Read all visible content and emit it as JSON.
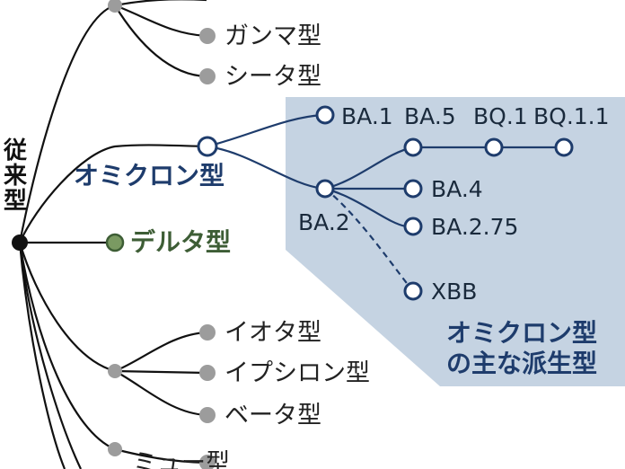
{
  "root": {
    "label": "従来型"
  },
  "variants_top": [
    "ガンマ型",
    "シータ型"
  ],
  "omicron": {
    "label": "オミクロン型"
  },
  "delta": {
    "label": "デルタ型"
  },
  "variants_bottom": [
    "イオタ型",
    "イプシロン型",
    "ベータ型"
  ],
  "variant_mu": "ミュー型",
  "omicron_branches": {
    "ba1": "BA.1",
    "ba2": "BA.2",
    "ba5": "BA.5",
    "bq1": "BQ.1",
    "bq11": "BQ.1.1",
    "ba4": "BA.4",
    "ba275": "BA.2.75",
    "xbb": "XBB"
  },
  "caption": {
    "line1": "オミクロン型",
    "line2": "の主な派生型"
  },
  "colors": {
    "panel": "#c5d3e2",
    "omicron_node": "#1e3c6c",
    "delta_node": "#7a9a62",
    "gray_node": "#9c9c9c",
    "line": "#111111"
  }
}
